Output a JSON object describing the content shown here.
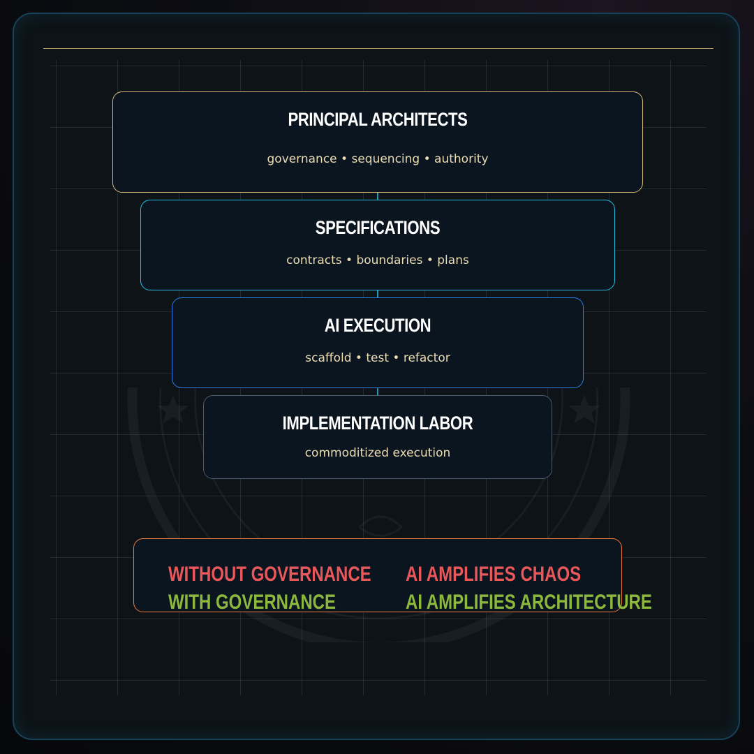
{
  "tiers": [
    {
      "title": "PRINCIPAL ARCHITECTS",
      "subtitle": "governance • sequencing • authority",
      "border_color": "#d9b877"
    },
    {
      "title": "SPECIFICATIONS",
      "subtitle": "contracts • boundaries • plans",
      "border_color": "#26c0e6"
    },
    {
      "title": "AI EXECUTION",
      "subtitle": "scaffold • test • refactor",
      "border_color": "#2a7de8"
    },
    {
      "title": "IMPLEMENTATION LABOR",
      "subtitle": "commoditized execution",
      "border_color": "#4b5a6c"
    }
  ],
  "outcomes": {
    "border_color": "#ef7a33",
    "rows": [
      {
        "condition": "WITHOUT GOVERNANCE",
        "result": "AI AMPLIFIES CHAOS",
        "color": "#e8575a"
      },
      {
        "condition": "WITH GOVERNANCE",
        "result": "AI AMPLIFIES ARCHITECTURE",
        "color": "#8bb83d"
      }
    ]
  },
  "colors": {
    "background": "#0d1316",
    "panel": "#0b1520",
    "connector": "#2aa7c9",
    "divider": "#b69a66",
    "subtitle_text": "#ecdcb2"
  }
}
